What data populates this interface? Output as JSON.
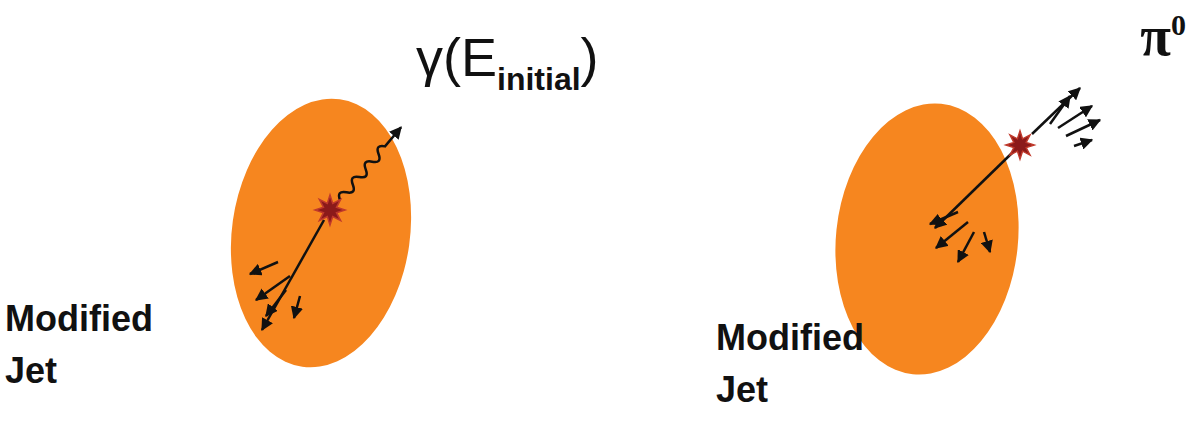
{
  "diagram": {
    "nodes": [
      {
        "text": [
          "Modified Jet"
        ]
      },
      {
        "text": [
          "Modified Jet"
        ]
      }
    ],
    "labels": [
      "γ",
      "(E",
      "initial",
      ")",
      "π",
      "0"
    ]
  }
}
